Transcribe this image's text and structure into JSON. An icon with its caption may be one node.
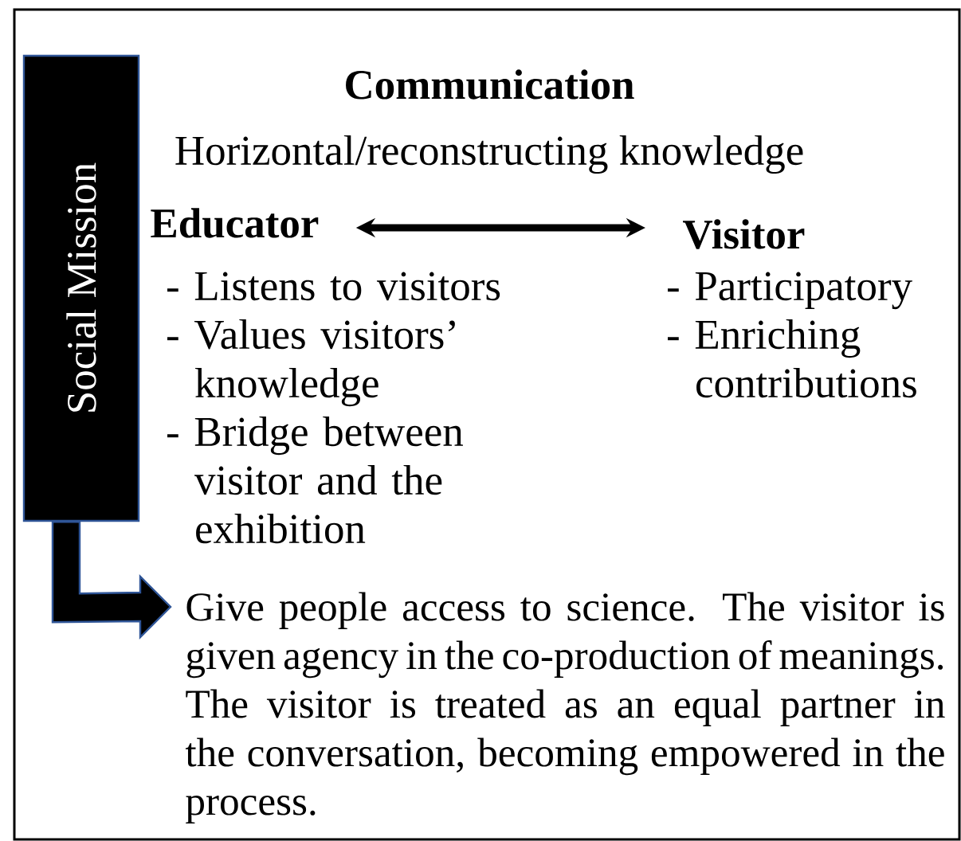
{
  "diagram": {
    "nodes": [
      {
        "text": [
          "Social Mission"
        ]
      },
      {
        "text": [
          "Educator"
        ],
        "beside": [
          "- Listens to visitors",
          "- Values visitors’ knowledge",
          "- Bridge between visitor and the exhibition"
        ]
      },
      {
        "text": [
          "Visitor"
        ],
        "beside": [
          "- Participatory",
          "- Enriching contributions"
        ]
      },
      {
        "text": [
          "Give people access to science. The visitor is given agency in the co-production of meanings. The visitor is treated as an equal partner in the conversation, becoming empowered in the process."
        ]
      }
    ],
    "edges": [
      {
        "from": 1,
        "to": 2,
        "arrow": "both"
      },
      {
        "from": 0,
        "to": 3,
        "arrow": "to"
      }
    ],
    "labels": [
      "Communication",
      "Horizontal/reconstructing knowledge"
    ]
  }
}
